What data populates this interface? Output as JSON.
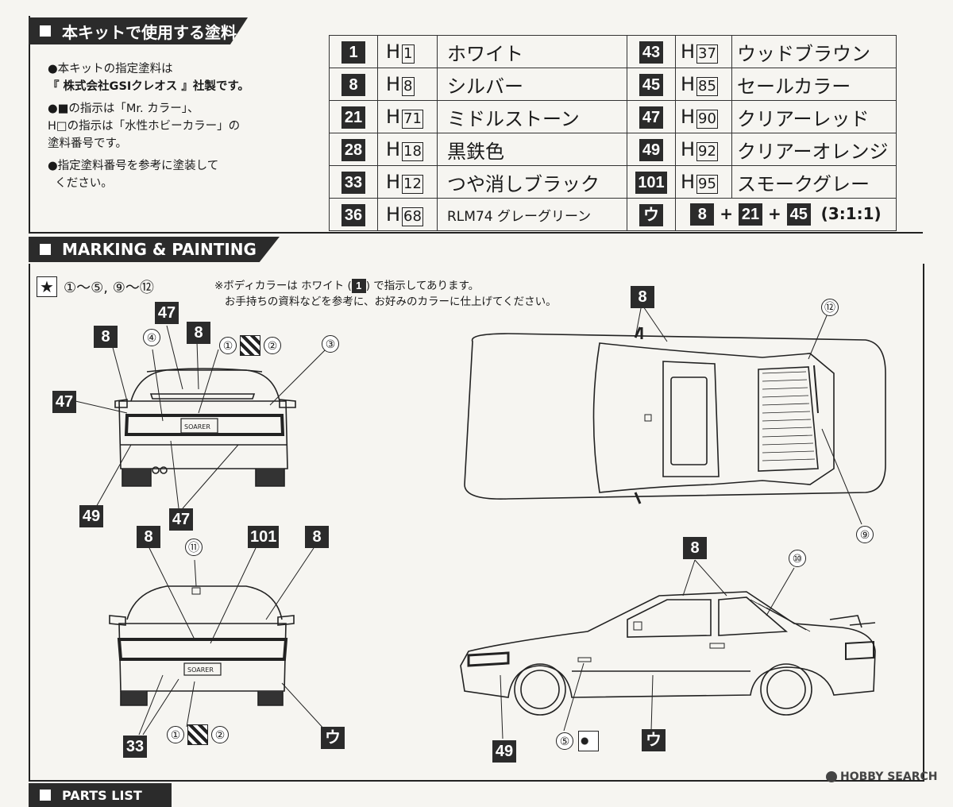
{
  "header_top": "本キットで使用する塗料",
  "notes": [
    "●本キットの指定塗料は",
    "『 株式会社GSIクレオス 』社製です。",
    "●■の指示は「Mr. カラー」、",
    "H□の指示は「水性ホビーカラー」の",
    "塗料番号です。",
    "●指定塗料番号を参考に塗装して",
    "ください。"
  ],
  "paint_table": {
    "left": [
      {
        "num": "1",
        "h": "1",
        "name": "ホワイト"
      },
      {
        "num": "8",
        "h": "8",
        "name": "シルバー"
      },
      {
        "num": "21",
        "h": "71",
        "name": "ミドルストーン"
      },
      {
        "num": "28",
        "h": "18",
        "name": "黒鉄色"
      },
      {
        "num": "33",
        "h": "12",
        "name": "つや消しブラック"
      },
      {
        "num": "36",
        "h": "68",
        "name": "RLM74 グレーグリーン"
      }
    ],
    "right": [
      {
        "num": "43",
        "h": "37",
        "name": "ウッドブラウン"
      },
      {
        "num": "45",
        "h": "85",
        "name": "セールカラー"
      },
      {
        "num": "47",
        "h": "90",
        "name": "クリアーレッド"
      },
      {
        "num": "49",
        "h": "92",
        "name": "クリアーオレンジ"
      },
      {
        "num": "101",
        "h": "95",
        "name": "スモークグレー"
      }
    ],
    "mix": {
      "num": "ウ",
      "parts": [
        "8",
        "21",
        "45"
      ],
      "ratio": "(3:1:1)"
    },
    "h_prefix": "H",
    "plus": "+"
  },
  "header_marking": "MARKING &  PAINTING",
  "marking_scope": "①～⑤, ⑨～⑫",
  "body_note": [
    "※ボディカラーは ホワイト (",
    "1",
    ") で指示してあります。",
    "お手持ちの資料などを参考に、お好みのカラーに仕上げてください。"
  ],
  "callouts": {
    "rear": {
      "n8a": "8",
      "n47a": "47",
      "n8b": "8",
      "c4": "④",
      "c1": "①",
      "c2": "②",
      "c3": "③",
      "n47b": "47",
      "n49": "49",
      "n47c": "47"
    },
    "front": {
      "n8a": "8",
      "c11": "⑪",
      "n101": "101",
      "n8b": "8",
      "n33": "33",
      "c1": "①",
      "c2": "②",
      "nu": "ウ"
    },
    "top": {
      "n8": "8",
      "c12": "⑫",
      "c9": "⑨"
    },
    "side": {
      "n8": "8",
      "c10": "⑩",
      "n49": "49",
      "c5": "⑤",
      "nu": "ウ"
    }
  },
  "plate_text": "SOARER",
  "footer_header": "PARTS LIST",
  "watermark": "HOBBY SEARCH"
}
